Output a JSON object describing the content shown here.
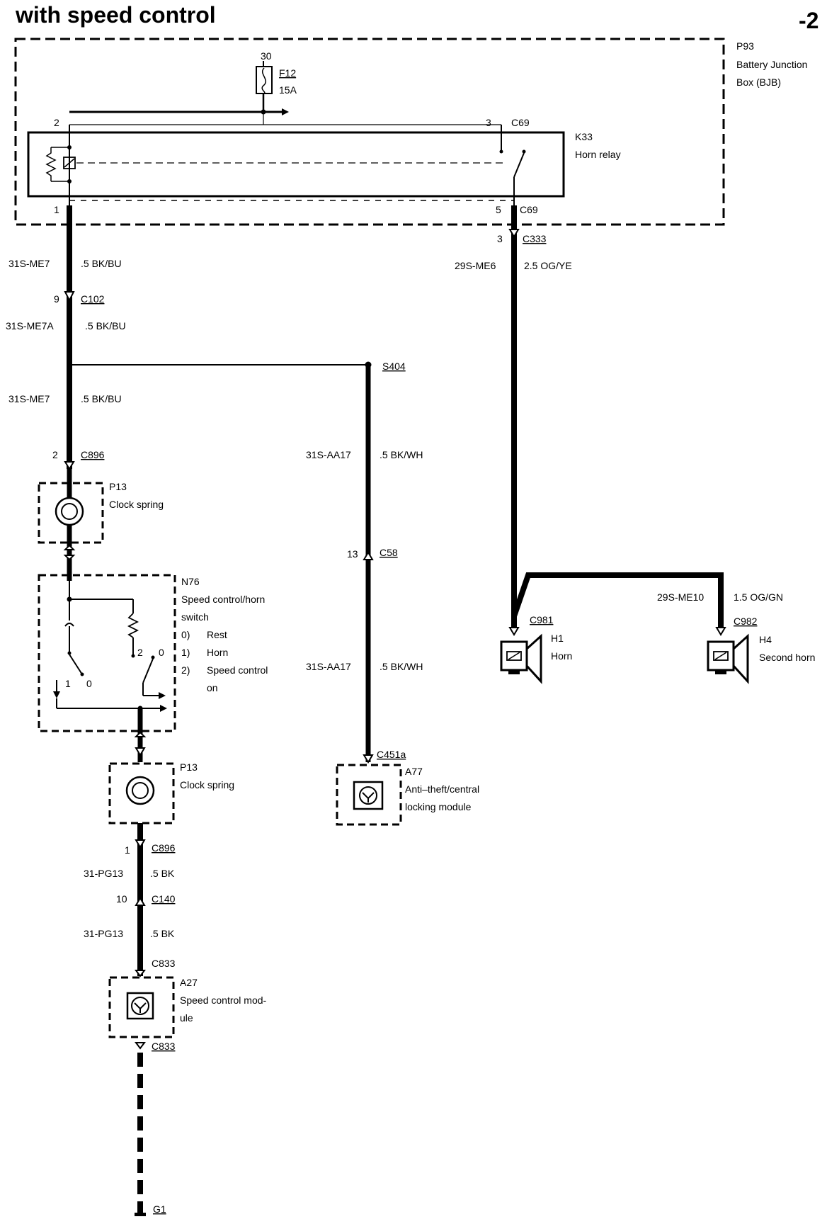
{
  "header": {
    "title": "with speed control",
    "page_suffix": "-2"
  },
  "bjb": {
    "ref": "P93",
    "name_line1": "Battery Junction",
    "name_line2": "Box (BJB)"
  },
  "fuse": {
    "pin": "30",
    "ref": "F12",
    "rating": "15A"
  },
  "relay": {
    "ref": "K33",
    "name": "Horn relay",
    "pin_2": "2",
    "pin_3": "3",
    "pin_1": "1",
    "pin_5": "5",
    "conn_top": "C69",
    "conn_bottom": "C69"
  },
  "left_branch": {
    "wire1_code": "31S-ME7",
    "wire1_spec": ".5 BK/BU",
    "c102_pin": "9",
    "c102": "C102",
    "wire2_code": "31S-ME7A",
    "wire2_spec": ".5 BK/BU",
    "wire3_code": "31S-ME7",
    "wire3_spec": ".5 BK/BU",
    "c896_pin": "2",
    "c896": "C896",
    "clock_spring_ref": "P13",
    "clock_spring_name": "Clock spring",
    "switch_ref": "N76",
    "switch_name1": "Speed control/horn",
    "switch_name2": "switch",
    "sw_pos0_num": "0)",
    "sw_pos0_label": "Rest",
    "sw_pos1_num": "1)",
    "sw_pos1_label": "Horn",
    "sw_pos2_num": "2)",
    "sw_pos2_label1": "Speed control",
    "sw_pos2_label2": "on",
    "sw_contact_2": "2",
    "sw_contact_0a": "0",
    "sw_contact_1": "1",
    "sw_contact_0b": "0",
    "clock_spring2_ref": "P13",
    "clock_spring2_name": "Clock spring",
    "c896b_pin": "1",
    "c896b": "C896",
    "wire4_code": "31-PG13",
    "wire4_spec": ".5 BK",
    "c140_pin": "10",
    "c140": "C140",
    "wire5_code": "31-PG13",
    "wire5_spec": ".5 BK",
    "c833_top": "C833",
    "module_ref": "A27",
    "module_name1": "Speed control mod-",
    "module_name2": "ule",
    "c833_bottom": "C833",
    "ground": "G1"
  },
  "middle_branch": {
    "splice": "S404",
    "wire1_code": "31S-AA17",
    "wire1_spec": ".5 BK/WH",
    "c58_pin": "13",
    "c58": "C58",
    "wire2_code": "31S-AA17",
    "wire2_spec": ".5 BK/WH",
    "c451": "C451a",
    "module_ref": "A77",
    "module_name1": "Anti–theft/central",
    "module_name2": "locking module"
  },
  "right_branch": {
    "c333_pin": "3",
    "c333": "C333",
    "wire1_code": "29S-ME6",
    "wire1_spec": "2.5 OG/YE",
    "wire2_code": "29S-ME10",
    "wire2_spec": "1.5 OG/GN",
    "c981": "C981",
    "horn1_ref": "H1",
    "horn1_name": "Horn",
    "c982": "C982",
    "horn2_ref": "H4",
    "horn2_name": "Second horn"
  },
  "colors": {
    "ink": "#000000",
    "paper": "#ffffff"
  }
}
